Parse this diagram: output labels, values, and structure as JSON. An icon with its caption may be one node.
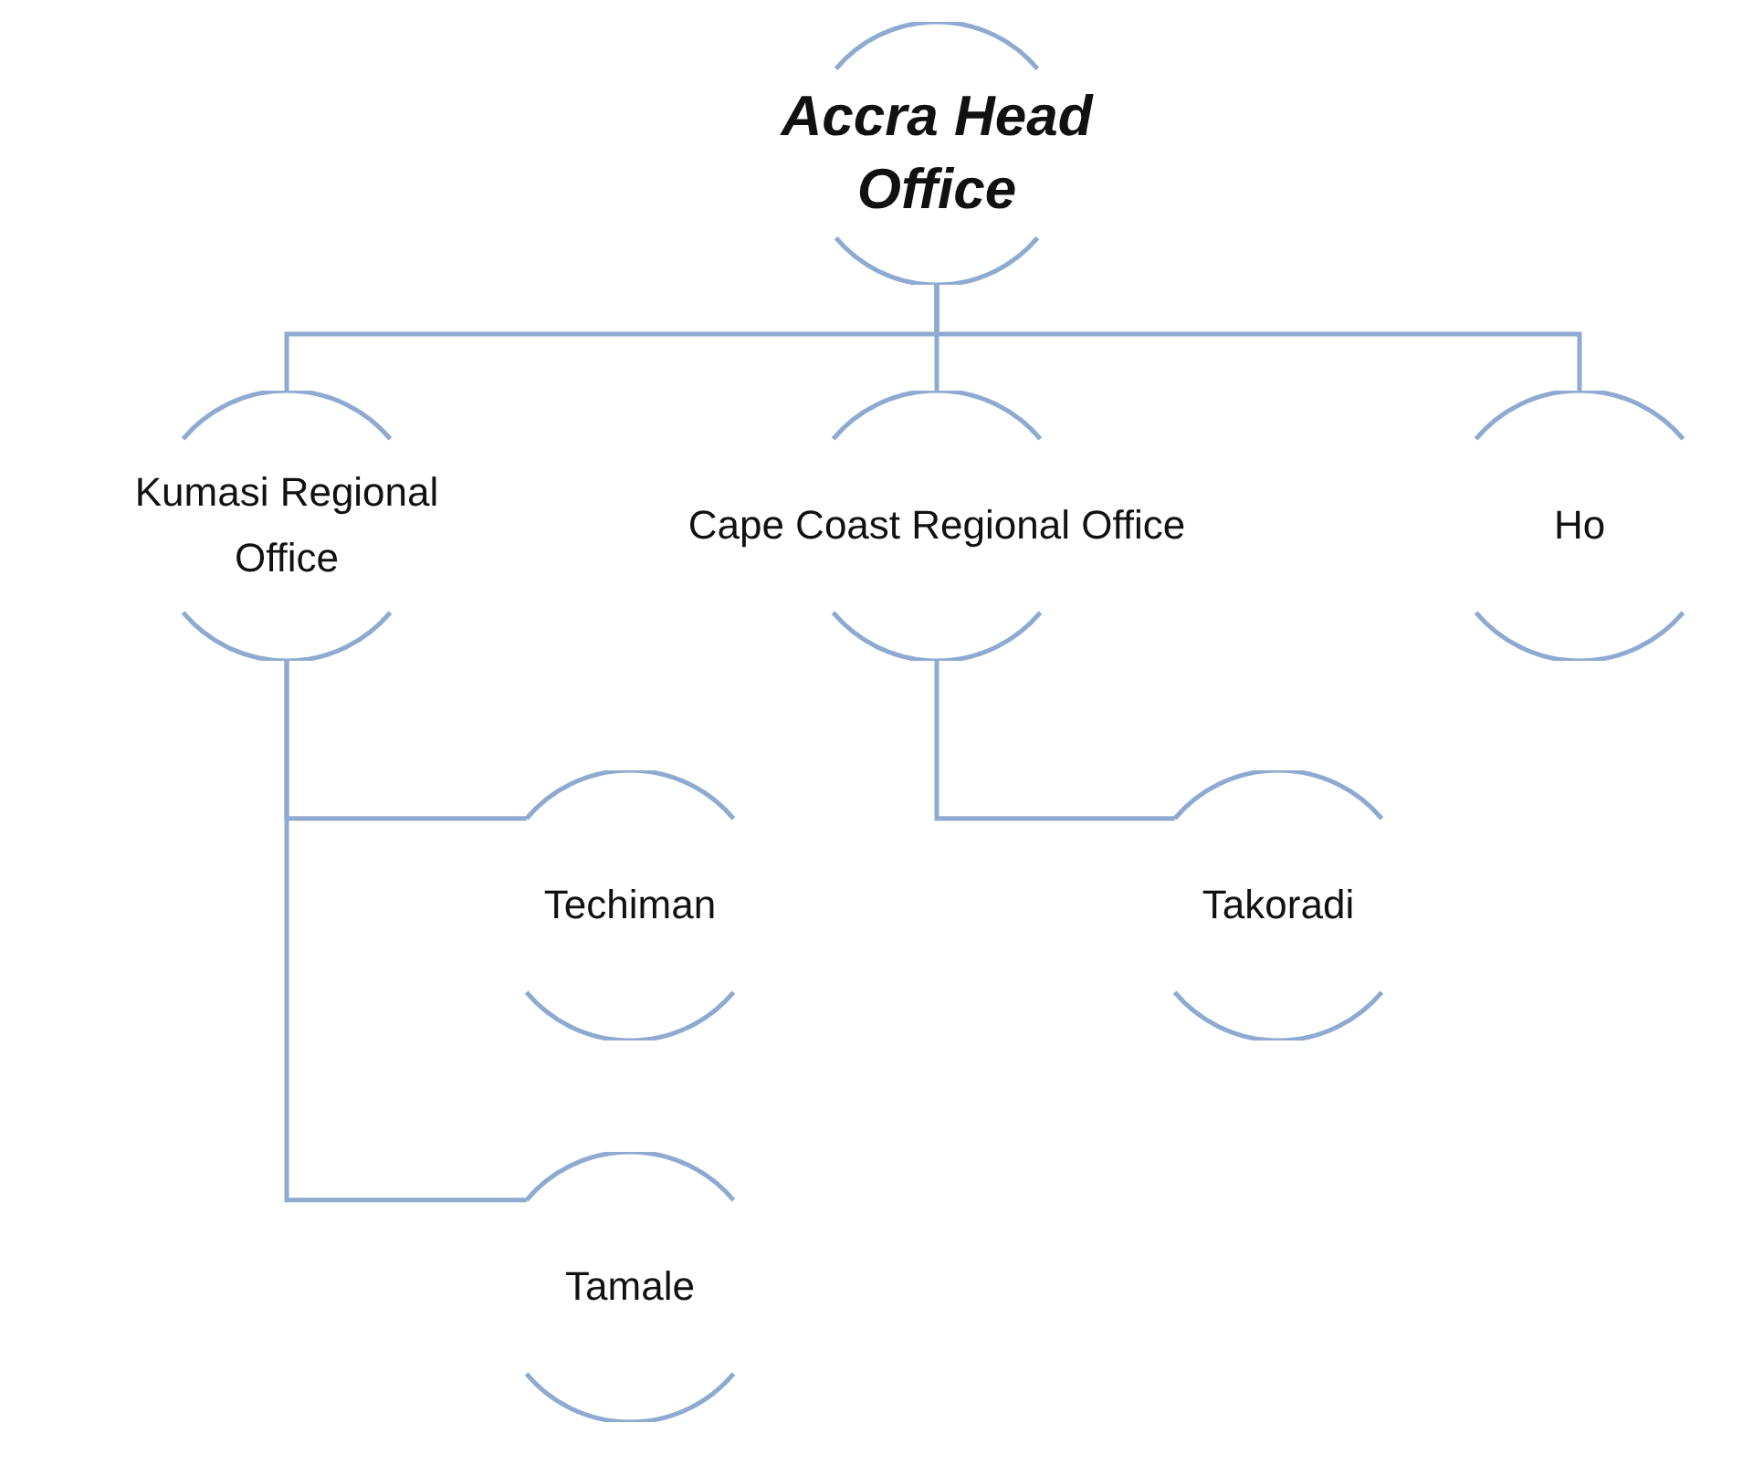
{
  "diagram": {
    "nodes": [
      {
        "text": [
          "Accra Head Office"
        ]
      },
      {
        "text": [
          "Kumasi Regional Office"
        ]
      },
      {
        "text": [
          "Cape Coast Regional Office"
        ]
      },
      {
        "text": [
          "Ho"
        ]
      },
      {
        "text": [
          "Techiman"
        ]
      },
      {
        "text": [
          "Takoradi"
        ]
      },
      {
        "text": [
          "Tamale"
        ]
      }
    ],
    "edges": [
      {
        "from": 0,
        "to": 1,
        "arrow": "none"
      },
      {
        "from": 0,
        "to": 2,
        "arrow": "none"
      },
      {
        "from": 0,
        "to": 3,
        "arrow": "none"
      },
      {
        "from": 1,
        "to": 4,
        "arrow": "none"
      },
      {
        "from": 1,
        "to": 6,
        "arrow": "none"
      },
      {
        "from": 2,
        "to": 5,
        "arrow": "none"
      }
    ]
  }
}
